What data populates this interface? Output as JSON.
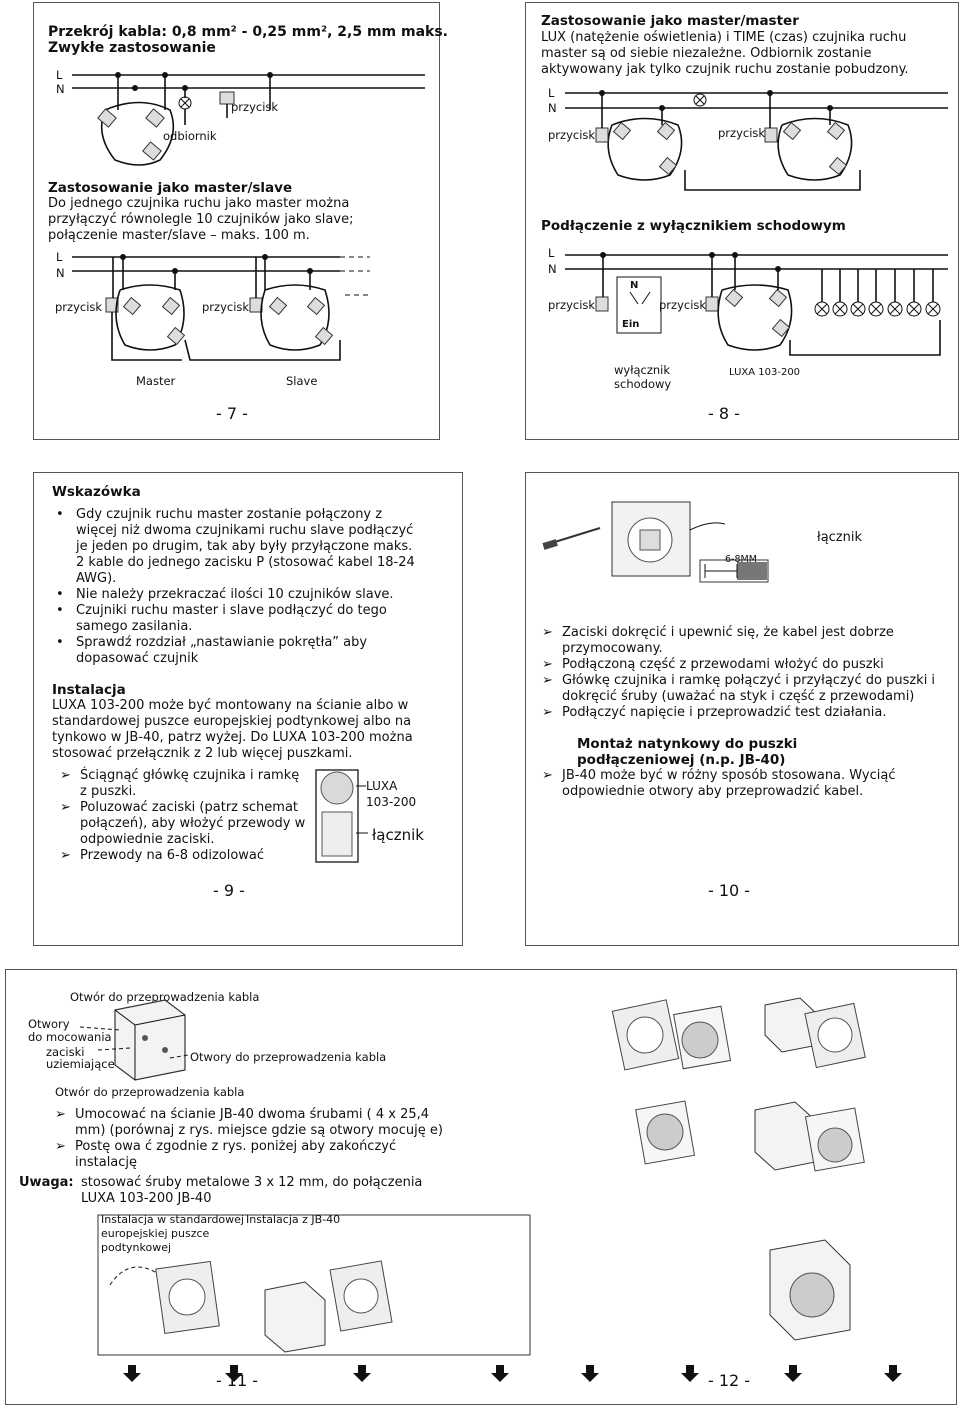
{
  "p7": {
    "title1": "Przekrój kabla: 0,8 mm² - 0,25 mm², 2,5 mm maks.",
    "title2": "Zwykłe zastosowanie",
    "L": "L",
    "N": "N",
    "odbiornik": "odbiornik",
    "przycisk": "przycisk",
    "sec2_title": "Zastosowanie jako master/slave",
    "sec2_l1": "Do jednego czujnika ruchu jako master można",
    "sec2_l2": "przyłączyć równolegle 10 czujników jako slave;",
    "sec2_l3": "połączenie master/slave – maks. 100 m.",
    "master": "Master",
    "slave": "Slave",
    "page": "- 7 -"
  },
  "p8": {
    "title": "Zastosowanie jako master/master",
    "l1": "LUX (natężenie oświetlenia) i TIME (czas) czujnika ruchu",
    "l2": "master są od siebie niezależne. Odbiornik zostanie",
    "l3": "aktywowany jak tylko czujnik ruchu zostanie pobudzony.",
    "L": "L",
    "N": "N",
    "przycisk": "przycisk",
    "sec2_title": "Podłączenie z wyłącznikiem schodowym",
    "ein": "Ein",
    "switch_N": "N",
    "wylacznik1": "wyłącznik",
    "wylacznik2": "schodowy",
    "luxa": "LUXA 103-200",
    "page": "- 8 -"
  },
  "p9": {
    "hint_title": "Wskazówka",
    "hints": [
      "Gdy czujnik ruchu master zostanie połączony z więcej niż dwoma czujnikami ruchu slave podłączyć je jeden po drugim, tak aby były przyłączone maks. 2 kable do jednego zacisku P (stosować kabel 18-24 AWG).",
      "Nie należy przekraczać ilości 10 czujników slave.",
      "Czujniki ruchu master i slave podłączyć do tego samego zasilania.",
      "Sprawdź rozdział „nastawianie pokrętła” aby dopasować czujnik"
    ],
    "inst_title": "Instalacja",
    "inst_text": "LUXA 103-200 może być montowany na ścianie albo w standardowej puszce europejskiej podtynkowej albo na tynkowo w JB-40, patrz wyżej. Do LUXA 103-200 można stosować przełącznik z 2 lub więcej puszkami.",
    "steps": [
      "Ściągnąć główkę czujnika i ramkę z puszki.",
      "Poluzować zaciski (patrz schemat połączeń), aby włożyć przewody w odpowiednie zaciski.",
      "Przewody na 6-8 odizolować"
    ],
    "luxa1": "LUXA",
    "luxa2": "103-200",
    "lacznik": "łącznik",
    "page": "- 9 -"
  },
  "p10": {
    "lacznik": "łącznik",
    "mm": "6-8MM",
    "steps": [
      "Zaciski dokręcić i upewnić się, że kabel jest dobrze przymocowany.",
      "Podłączoną część z przewodami włożyć do puszki",
      "Główkę czujnika i ramkę połączyć i przyłączyć do puszki i dokręcić śruby (uważać na styk i część z przewodami)",
      "Podłączyć napięcie i przeprowadzić test działania."
    ],
    "montaz_title": "Montaż natynkowy do puszki podłączeniowej (n.p. JB-40)",
    "montaz_steps": [
      "JB-40 może być w różny sposób stosowana. Wyciąć odpowiednie otwory aby przeprowadzić kabel."
    ],
    "page": "- 10 -"
  },
  "p11": {
    "otwor_top": "Otwór do przeprowadzenia kabla",
    "otwory1": "Otwory",
    "otwory2": "do mocowania",
    "zaciski1": "zaciski",
    "zaciski2": "uziemiające",
    "otwor_right": "Otwory do przeprowadzenia kabla",
    "otwor_bottom": "Otwór do przeprowadzenia kabla",
    "steps": [
      "Umocować na ścianie JB-40 dwoma śrubami ( 4 x 25,4 mm) (porównaj z rys. miejsce gdzie są otwory mocuję e)",
      "Postę owa ć zgodnie z rys. poniżej aby zakończyć instalację"
    ],
    "uwaga_label": "Uwaga:",
    "uwaga_l1": "stosować śruby metalowe 3 x 12 mm, do połączenia",
    "uwaga_l2": "LUXA 103-200 JB-40",
    "inst1_l1": "Instalacja w standardowej",
    "inst1_l2": "europejskiej puszce",
    "inst1_l3": "podtynkowej",
    "inst2": "Instalacja z JB-40",
    "page11": "- 11 -",
    "page12": "- 12 -"
  }
}
